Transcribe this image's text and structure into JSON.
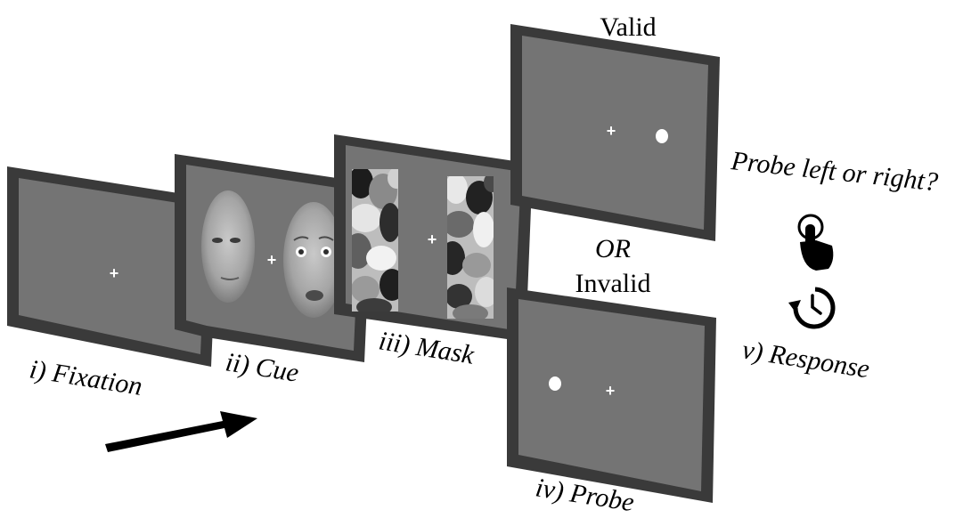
{
  "screens": {
    "fixation": {
      "label": "i) Fixation",
      "fixation_mark": "+"
    },
    "cue": {
      "label": "ii) Cue",
      "fixation_mark": "+"
    },
    "mask": {
      "label": "iii) Mask",
      "fixation_mark": "+"
    },
    "probe_valid": {
      "heading": "Valid",
      "fixation_mark": "+"
    },
    "probe_invalid": {
      "heading": "Invalid",
      "fixation_mark": "+"
    },
    "probe": {
      "label": "iv) Probe"
    }
  },
  "or_label": "OR",
  "response": {
    "question": "Probe left or right?",
    "label": "v) Response",
    "icons": [
      "touch-icon",
      "timer-icon"
    ]
  },
  "colors": {
    "screen_fill": "#747474",
    "screen_frame": "#3a3a3a",
    "probe_dot": "#ffffff",
    "arrow": "#000000"
  }
}
